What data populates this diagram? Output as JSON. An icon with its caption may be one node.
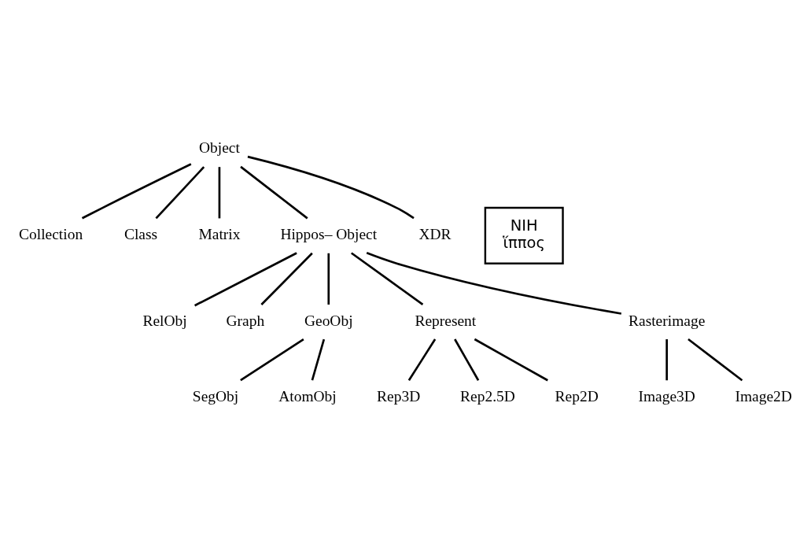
{
  "diagram": {
    "nodes": [
      {
        "text": [
          "Object"
        ]
      },
      {
        "text": [
          "Collection"
        ]
      },
      {
        "text": [
          "Class"
        ]
      },
      {
        "text": [
          "NIH",
          "ἵππος"
        ]
      },
      {
        "text": [
          "Matrix"
        ]
      },
      {
        "text": [
          "Hippos– Object"
        ]
      },
      {
        "text": [
          "XDR"
        ]
      },
      {
        "text": [
          "RelObj"
        ]
      },
      {
        "text": [
          "Graph"
        ]
      },
      {
        "text": [
          "GeoObj"
        ]
      },
      {
        "text": [
          "Represent"
        ]
      },
      {
        "text": [
          "Rasterimage"
        ]
      },
      {
        "text": [
          "SegObj"
        ]
      },
      {
        "text": [
          "AtomObj"
        ]
      },
      {
        "text": [
          "Rep3D"
        ]
      },
      {
        "text": [
          "Rep2.5D"
        ]
      },
      {
        "text": [
          "Rep2D"
        ]
      },
      {
        "text": [
          "Image3D"
        ]
      },
      {
        "text": [
          "Image2D"
        ]
      }
    ],
    "edges": [
      {
        "from": 0,
        "to": 1,
        "arrow": "none"
      },
      {
        "from": 0,
        "to": 4,
        "arrow": "none"
      },
      {
        "from": 0,
        "to": 5,
        "arrow": "none"
      },
      {
        "from": 0,
        "to": 6,
        "arrow": "none"
      },
      {
        "from": 0,
        "to": 2,
        "arrow": "none"
      },
      {
        "from": 5,
        "to": 7,
        "arrow": "none"
      },
      {
        "from": 5,
        "to": 9,
        "arrow": "none"
      },
      {
        "from": 5,
        "to": 10,
        "arrow": "none"
      },
      {
        "from": 5,
        "to": 11,
        "arrow": "none"
      },
      {
        "from": 5,
        "to": 8,
        "arrow": "none"
      },
      {
        "from": 9,
        "to": 12,
        "arrow": "none"
      },
      {
        "from": 9,
        "to": 13,
        "arrow": "none"
      },
      {
        "from": 10,
        "to": 14,
        "arrow": "none"
      },
      {
        "from": 10,
        "to": 15,
        "arrow": "none"
      },
      {
        "from": 10,
        "to": 16,
        "arrow": "none"
      },
      {
        "from": 11,
        "to": 17,
        "arrow": "none"
      },
      {
        "from": 11,
        "to": 18,
        "arrow": "none"
      }
    ]
  }
}
